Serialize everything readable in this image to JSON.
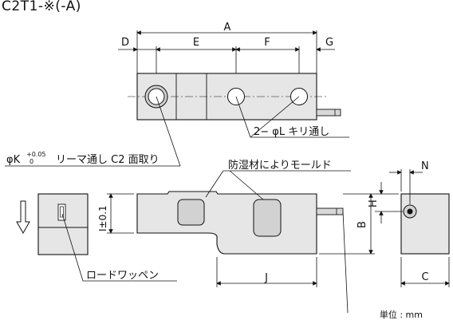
{
  "title": "C2T1-※(-A)",
  "unit": "単位 : mm",
  "dims": {
    "A": "A",
    "D": "D",
    "E": "E",
    "F": "F",
    "G": "G",
    "B": "B",
    "C": "C",
    "H": "H",
    "J": "J",
    "N": "N",
    "I": "I±0.1"
  },
  "callouts": {
    "hole_L": "2− φL キリ通し",
    "hole_K_prefix": "φK",
    "hole_K_tol_upper": "+0.05",
    "hole_K_tol_lower": "0",
    "hole_K_suffix": "リーマ通し C2 面取り",
    "moisture": "防湿材によりモールド",
    "label": "ロードワッペン"
  },
  "colors": {
    "line": "#111111",
    "body": "#e6e6e6",
    "body_dark": "#d2d2d2",
    "hole": "#ffffff"
  }
}
